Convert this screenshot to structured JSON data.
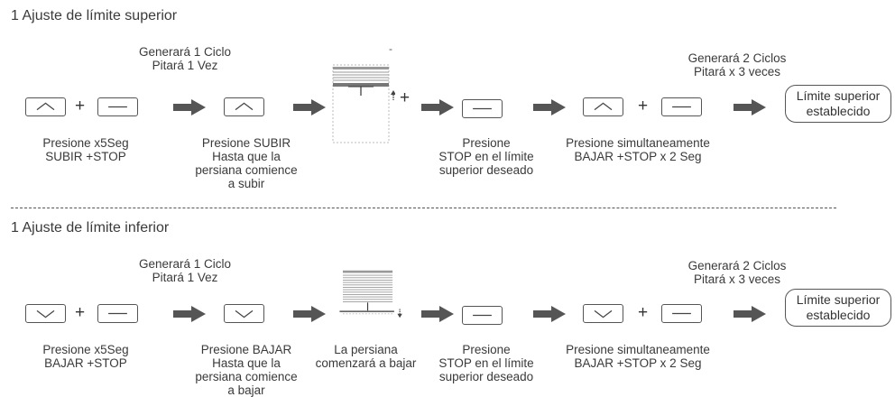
{
  "section1": {
    "title": "1  Ajuste de límite superior",
    "gen1_line1": "Generará 1 Ciclo",
    "gen1_line2": "Pitará 1 Vez",
    "gen2_line1": "Generará 2 Ciclos",
    "gen2_line2": "Pitará x 3 veces",
    "cap1_l1": "Presione x5Seg",
    "cap1_l2": "SUBIR +STOP",
    "cap2_l1": "Presione SUBIR",
    "cap2_l2": "Hasta que la",
    "cap2_l3": "persiana comience",
    "cap2_l4": "a subir",
    "cap4_l1": "Presione",
    "cap4_l2": "STOP en el límite",
    "cap4_l3": "superior deseado",
    "cap5_l1": "Presione simultaneamente",
    "cap5_l2": "BAJAR +STOP x 2 Seg",
    "result_l1": "Límite superior",
    "result_l2": "establecido",
    "plus": "+",
    "dot": "-"
  },
  "section2": {
    "title": "1  Ajuste de límite inferior",
    "gen1_line1": "Generará 1 Ciclo",
    "gen1_line2": "Pitará 1 Vez",
    "gen2_line1": "Generará 2 Ciclos",
    "gen2_line2": "Pitará x 3 veces",
    "cap1_l1": "Presione x5Seg",
    "cap1_l2": "BAJAR +STOP",
    "cap2_l1": "Presione BAJAR",
    "cap2_l2": "Hasta que la",
    "cap2_l3": "persiana comience",
    "cap2_l4": "a bajar",
    "cap3_l1": "La persiana",
    "cap3_l2": "comenzará a bajar",
    "cap4_l1": "Presione",
    "cap4_l2": "STOP en el límite",
    "cap4_l3": "superior deseado",
    "cap5_l1": "Presione simultaneamente",
    "cap5_l2": "BAJAR +STOP x 2 Seg",
    "result_l1": "Límite superior",
    "result_l2": "establecido",
    "plus": "+"
  },
  "icons": {
    "up": "chevron-up-icon",
    "down": "chevron-down-icon",
    "stop": "stop-dash-icon",
    "arrow": "right-arrow-icon"
  },
  "colors": {
    "line": "#555555",
    "arrow": "#555555",
    "text": "#3a3a3a"
  }
}
